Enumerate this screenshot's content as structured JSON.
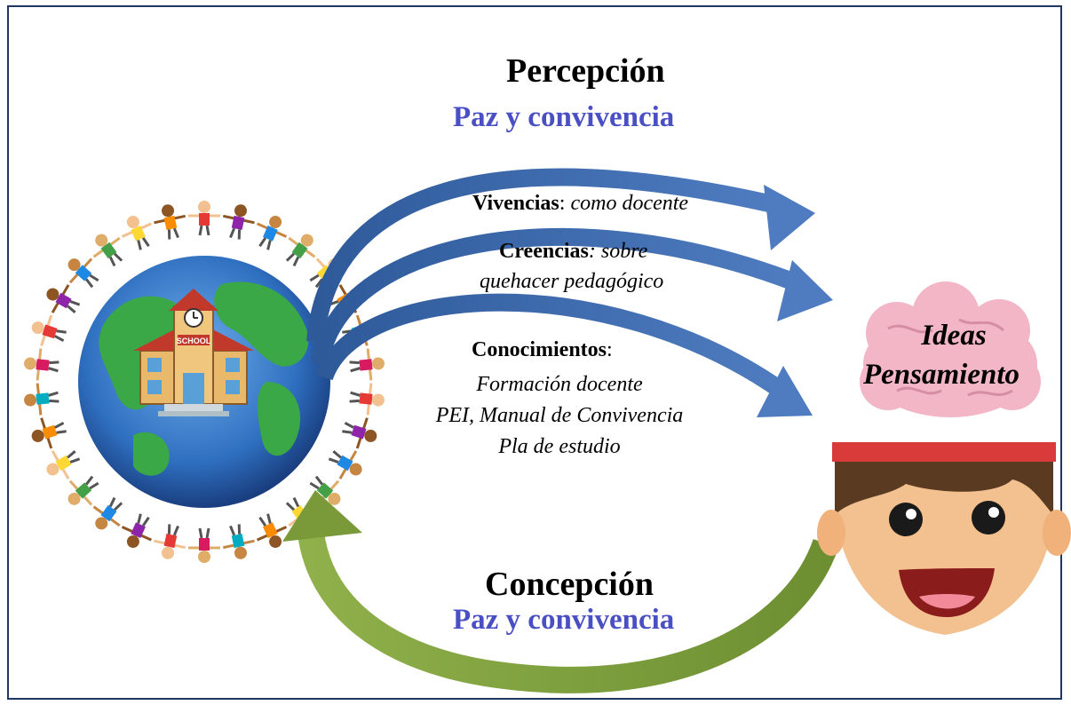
{
  "top": {
    "title": "Percepción",
    "subtitle": "Paz y convivencia"
  },
  "items": {
    "vivencias_label": "Vivencias",
    "vivencias_sep": ":",
    "vivencias_text": "como docente",
    "creencias_label": "Creencias",
    "creencias_text": ": sobre",
    "creencias_text2": "quehacer pedagógico",
    "conocimientos_label": "Conocimientos",
    "conocimientos_sep": ":",
    "conocimientos_lines": [
      "Formación docente",
      "PEI, Manual de Convivencia",
      "Pla de estudio"
    ]
  },
  "head": {
    "ideas": "Ideas",
    "pensamiento": "Pensamiento"
  },
  "bottom": {
    "title": "Concepción",
    "subtitle": "Paz y convivencia"
  },
  "school_sign": "SCHOOL",
  "colors": {
    "border": "#1f3763",
    "blue_arrow": "#3f68a8",
    "green_arrow": "#7a9a3a",
    "subtitle": "#4a4fc4",
    "globe": "#2f6fc0",
    "land": "#3aa846",
    "brain": "#f2b6c6"
  }
}
